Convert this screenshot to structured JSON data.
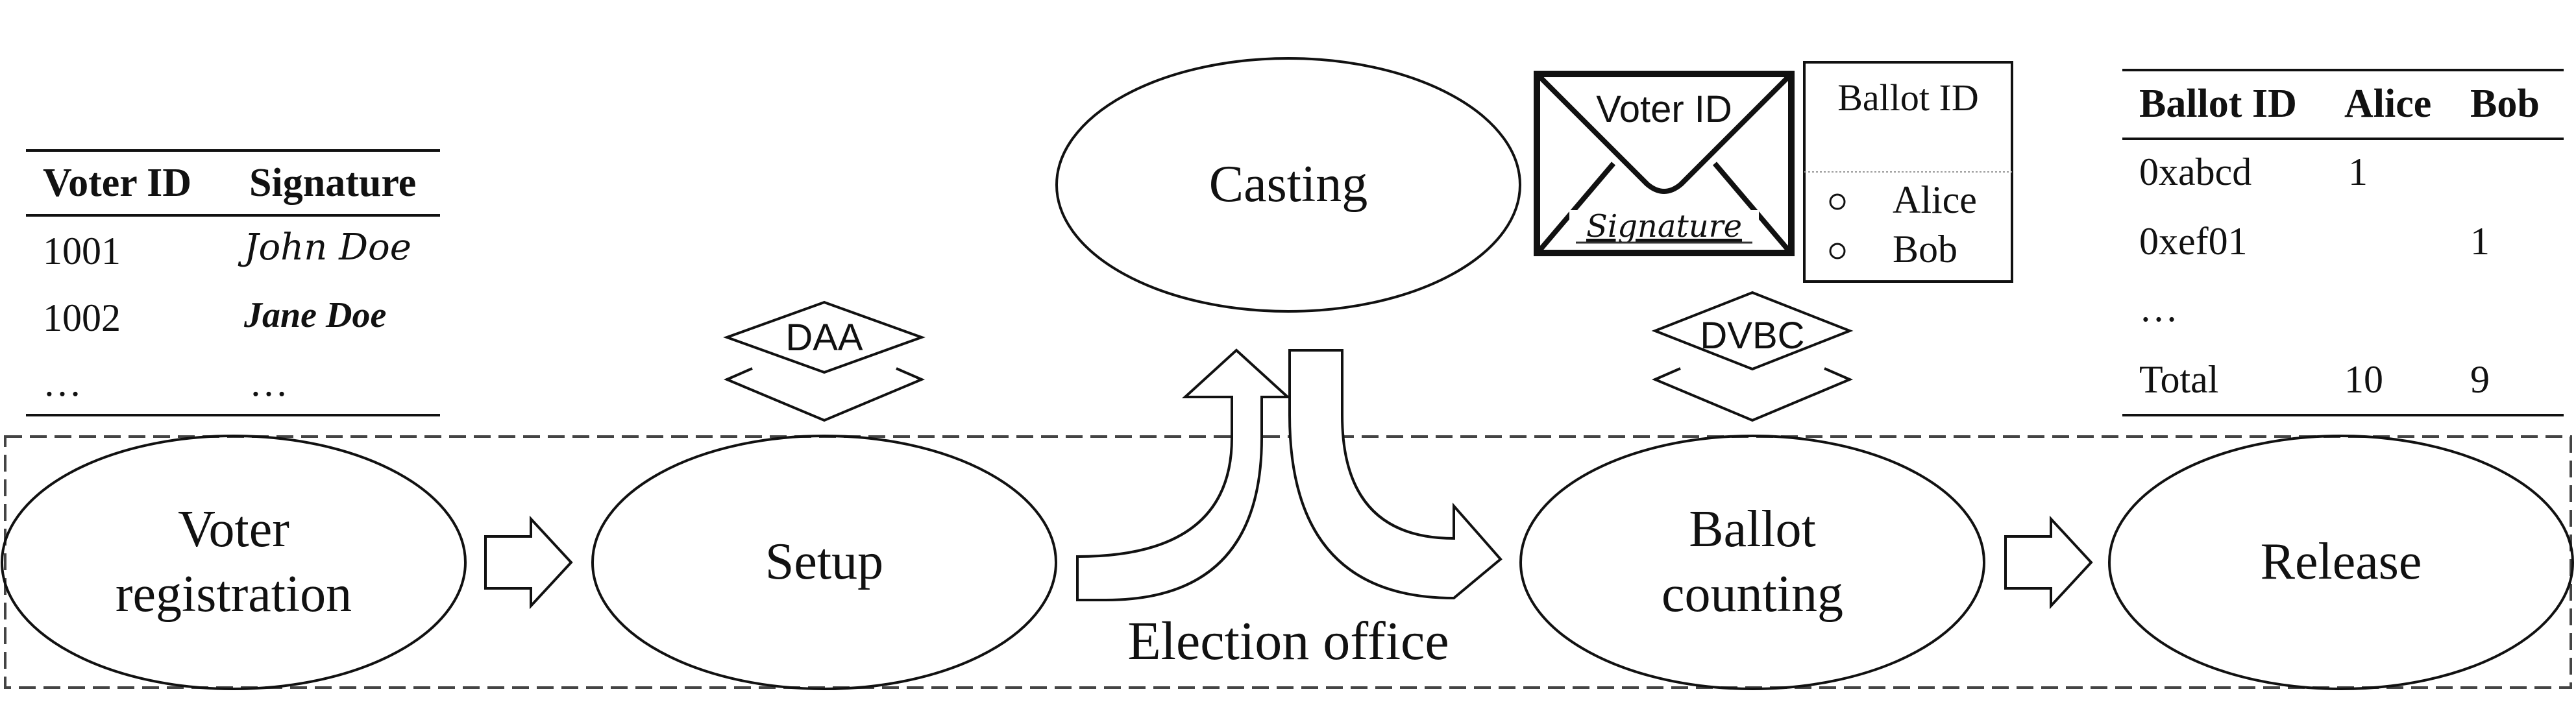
{
  "diagram": {
    "nodes": {
      "registration": [
        "Voter",
        "registration"
      ],
      "setup": [
        "Setup"
      ],
      "casting": [
        "Casting"
      ],
      "counting": [
        "Ballot",
        "counting"
      ],
      "release": [
        "Release"
      ]
    },
    "region_label": "Election office",
    "daa_label": "DAA",
    "dvbc_label": "DVBC"
  },
  "voter_table": {
    "headers": [
      "Voter ID",
      "Signature"
    ],
    "rows": [
      [
        "1001",
        "John Doe"
      ],
      [
        "1002",
        "Jane Doe"
      ],
      [
        "…",
        "…"
      ]
    ]
  },
  "envelope": {
    "voter_id": "Voter ID",
    "signature": "Signature"
  },
  "ballot": {
    "title": "Ballot ID",
    "options": [
      "Alice",
      "Bob"
    ]
  },
  "tally_table": {
    "headers": [
      "Ballot ID",
      "Alice",
      "Bob"
    ],
    "rows": [
      [
        "0xabcd",
        "1",
        ""
      ],
      [
        "0xef01",
        "",
        "1"
      ],
      [
        "…",
        "",
        ""
      ],
      [
        "Total",
        "10",
        "9"
      ]
    ]
  }
}
